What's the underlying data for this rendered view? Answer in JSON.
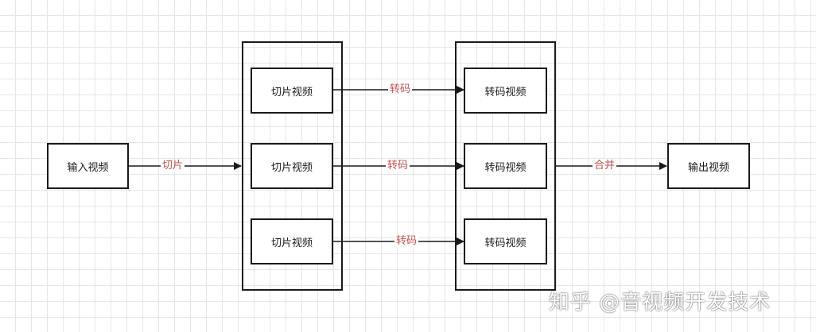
{
  "nodes": {
    "input": "输入视频",
    "slice_1": "切片视频",
    "slice_2": "切片视频",
    "slice_3": "切片视频",
    "transcoded_1": "转码视频",
    "transcoded_2": "转码视频",
    "transcoded_3": "转码视频",
    "output": "输出视频"
  },
  "edges": {
    "slice": "切片",
    "transcode_1": "转码",
    "transcode_2": "转码",
    "transcode_3": "转码",
    "merge": "合并"
  },
  "watermark": "知乎 @音视频开发技术",
  "colors": {
    "edge_label": "#c0504d",
    "stroke": "#1a1a1a",
    "grid": "#e6e6e6"
  }
}
